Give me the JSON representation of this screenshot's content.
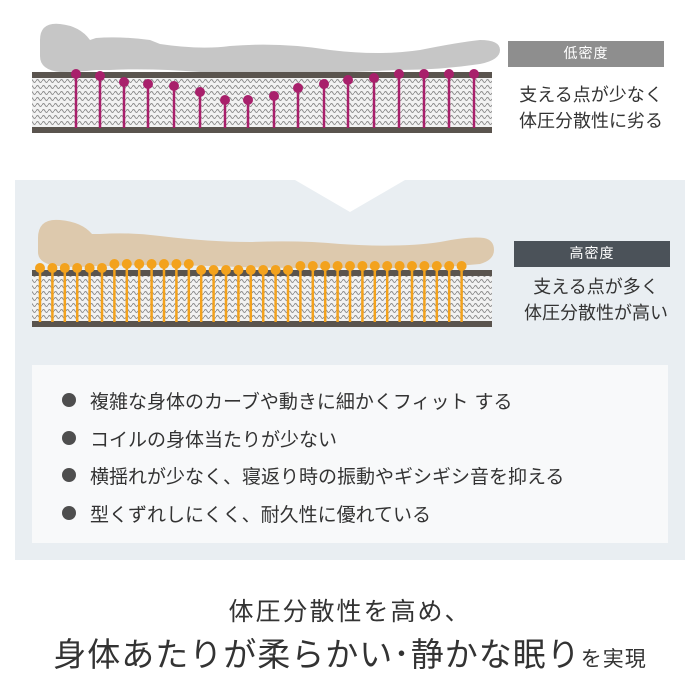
{
  "low_density": {
    "label": "低密度",
    "desc_line1": "支える点が少なく",
    "desc_line2": "体圧分散性に劣る",
    "label_color": "#8e8e8e",
    "marker_color": "#a8206b",
    "silhouette_color": "#c6c6c6"
  },
  "high_density": {
    "label": "高密度",
    "desc_line1": "支える点が多く",
    "desc_line2": "体圧分散性が高い",
    "label_color": "#4b5259",
    "marker_color": "#f3a21d",
    "silhouette_color": "#ddc9ad"
  },
  "features": [
    "複雑な身体のカーブや動きに細かくフィット する",
    "コイルの身体当たりが少ない",
    "横揺れが少なく、寝返り時の振動やギシギシ音を抑える",
    "型くずれしにくく、耐久性に優れている"
  ],
  "caption": {
    "line1": "体圧分散性を高め、",
    "line2_main": "身体あたりが柔らかい･静かな眠り",
    "line2_small": "を実現"
  },
  "colors": {
    "band_bg": "#e9eef2",
    "panel_bg": "#f8f9fa",
    "mattress_edge": "#5a544e"
  }
}
